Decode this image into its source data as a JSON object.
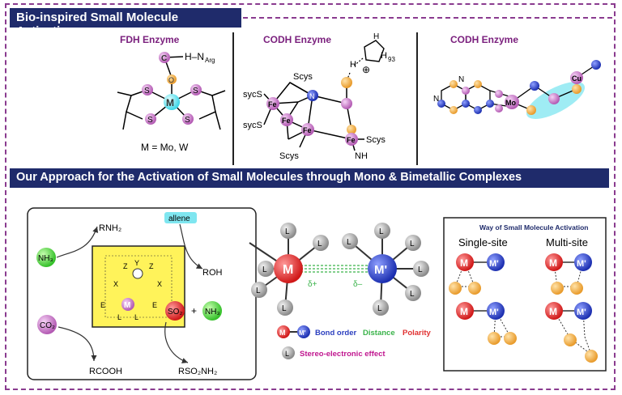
{
  "header_top": "Bio-inspired Small  Molecule Activation",
  "header_bottom": "Our Approach for the Activation of Small Molecules through Mono & Bimetallic Complexes",
  "panels": {
    "fdh_title": "FDH Enzyme",
    "codh1_title": "CODH Enzyme",
    "codh2_title": "CODH Enzyme",
    "fdh_labels": {
      "M": "M",
      "NH": "H–N",
      "Arg": "Arg",
      "caption": "M = Mo, W",
      "S": "S",
      "C": "C",
      "O": "O"
    },
    "codh1_labels": {
      "scys1": "Scys",
      "scys2": "Scys",
      "scys3": "Scys",
      "scys4": "Scys",
      "sycs1": "sycS",
      "sycs2": "sycS",
      "fe": "Fe",
      "ni": "N",
      "nh": "NH",
      "h93": "H",
      "h93sub": "93",
      "plus": "⊕",
      "H": "H"
    },
    "codh2_labels": {
      "mo": "Mo",
      "cu": "Cu",
      "n": "N"
    }
  },
  "reaction_box": {
    "nh3_left": "NH₃",
    "rnh2": "RNH₂",
    "allene": "allene",
    "roh": "ROH",
    "co2": "CO₂",
    "rcooh": "RCOOH",
    "so2": "SO₂",
    "plus": "+",
    "nh3_right": "NH₃",
    "rso2nh2": "RSO₂NH₂",
    "center_M": "M",
    "E": "E",
    "L": "L",
    "X": "X",
    "Y": "Y",
    "Z": "Z"
  },
  "bimetal": {
    "M": "M",
    "Mp": "M'",
    "L": "L",
    "delta_plus": "δ+",
    "delta_minus": "δ–",
    "legend_bond": "Bond order",
    "legend_distance": "Distance",
    "legend_polarity": "Polarity",
    "legend_stereo": "Stereo-electronic effect"
  },
  "activation_box": {
    "title": "Way of Small Molecule Activation",
    "single": "Single-site",
    "multi": "Multi-site",
    "M": "M",
    "Mp": "M'"
  },
  "colors": {
    "banner": "#1f2b6b",
    "frame": "#8a3b8f",
    "metal_red": "#e03030",
    "metal_blue": "#2b3fbf",
    "ligand_gray": "#a8a8a8",
    "sphere_orange": "#f3b24a",
    "sphere_pink": "#d68bd6",
    "box_yellow": "#fff35a",
    "highlight": "#7fe6f0"
  }
}
